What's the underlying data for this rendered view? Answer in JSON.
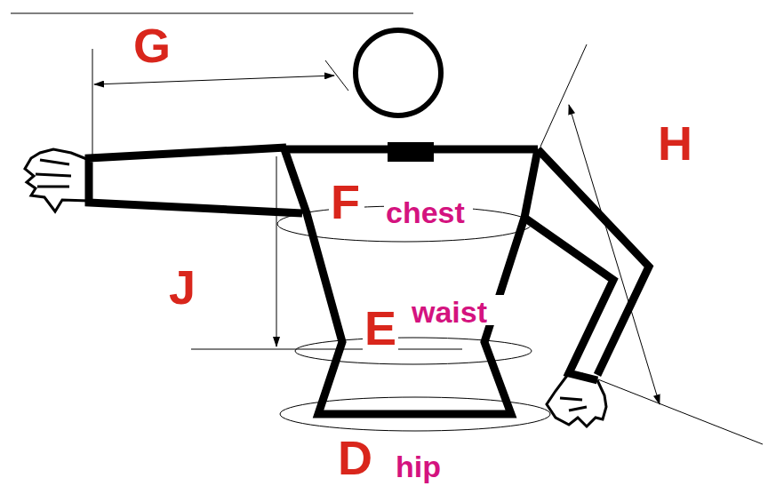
{
  "diagram": {
    "labels": [
      "G",
      "H",
      "F",
      "chest",
      "J",
      "E",
      "waist",
      "D",
      "hip"
    ]
  }
}
